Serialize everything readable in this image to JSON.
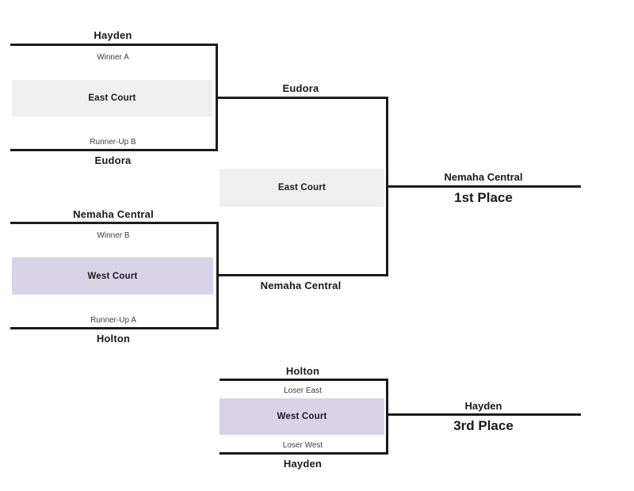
{
  "diagram": {
    "type": "tournament-bracket",
    "matches": {
      "east_semifinal": {
        "top_team": "Hayden",
        "top_slot": "Winner A",
        "court": "East Court",
        "bottom_slot": "Runner-Up B",
        "bottom_team": "Eudora"
      },
      "west_semifinal": {
        "top_team": "Nemaha Central",
        "top_slot": "Winner B",
        "court": "West Court",
        "bottom_slot": "Runner-Up A",
        "bottom_team": "Holton"
      },
      "championship": {
        "top_team": "Eudora",
        "court": "East Court",
        "bottom_team": "Nemaha Central",
        "winner": "Nemaha Central",
        "place": "1st Place"
      },
      "third_place": {
        "top_team": "Holton",
        "top_slot": "Loser East",
        "court": "West Court",
        "bottom_slot": "Loser West",
        "bottom_team": "Hayden",
        "winner": "Hayden",
        "place": "3rd Place"
      }
    },
    "colors": {
      "east_court_fill": "#f0efef",
      "west_court_fill": "#d9d3e8",
      "line": "#1a1a1a"
    }
  }
}
